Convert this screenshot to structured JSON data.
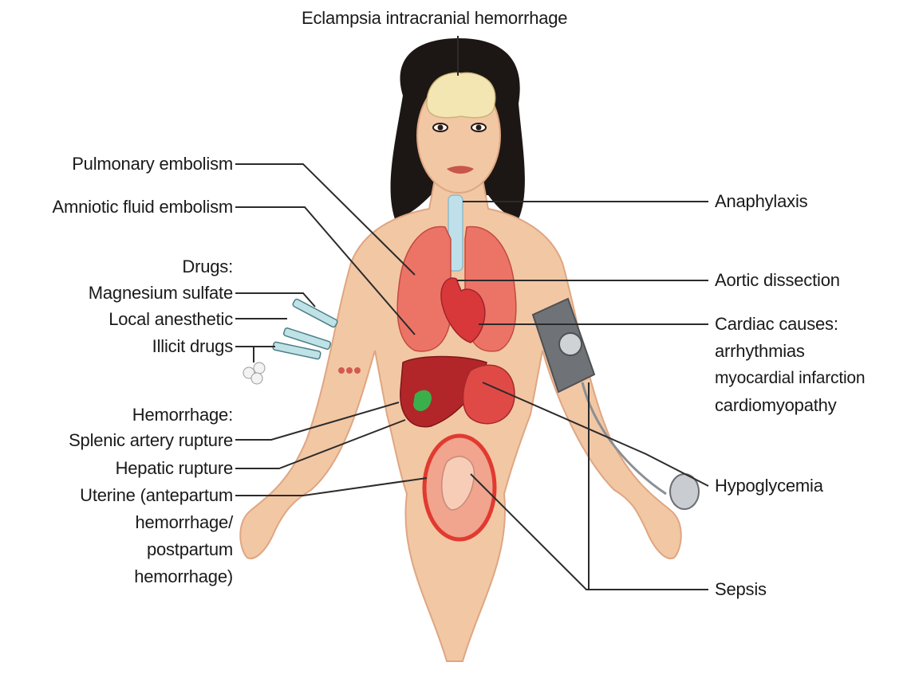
{
  "labels": {
    "eclampsia": "Eclampsia intracranial hemorrhage",
    "pulmonary_embolism": "Pulmonary embolism",
    "amniotic_fluid_embolism": "Amniotic fluid embolism",
    "drugs_heading": "Drugs:",
    "magnesium_sulfate": "Magnesium sulfate",
    "local_anesthetic": "Local anesthetic",
    "illicit_drugs": "Illicit drugs",
    "hemorrhage_heading": "Hemorrhage:",
    "splenic_artery_rupture": "Splenic artery rupture",
    "hepatic_rupture": "Hepatic rupture",
    "uterine_1": "Uterine (antepartum",
    "uterine_2": "hemorrhage/",
    "uterine_3": "postpartum",
    "uterine_4": "hemorrhage)",
    "anaphylaxis": "Anaphylaxis",
    "aortic_dissection": "Aortic dissection",
    "cardiac_1": "Cardiac causes:",
    "cardiac_2": "arrhythmias",
    "cardiac_3": "myocardial infarction",
    "cardiac_4": "cardiomyopathy",
    "hypoglycemia": "Hypoglycemia",
    "sepsis": "Sepsis"
  },
  "colors": {
    "skin": "#f2c7a4",
    "skin_shadow": "#dfa682",
    "hair": "#1c1714",
    "lung": "#ec7467",
    "heart": "#d8383a",
    "liver": "#b2262a",
    "stomach": "#e04a46",
    "uterus": "#e13a30",
    "trachea": "#bfe0ea",
    "brain": "#f4e6b2",
    "bile": "#3ab04c",
    "cuff": "#6f7377",
    "line": "#2b2b2b"
  }
}
